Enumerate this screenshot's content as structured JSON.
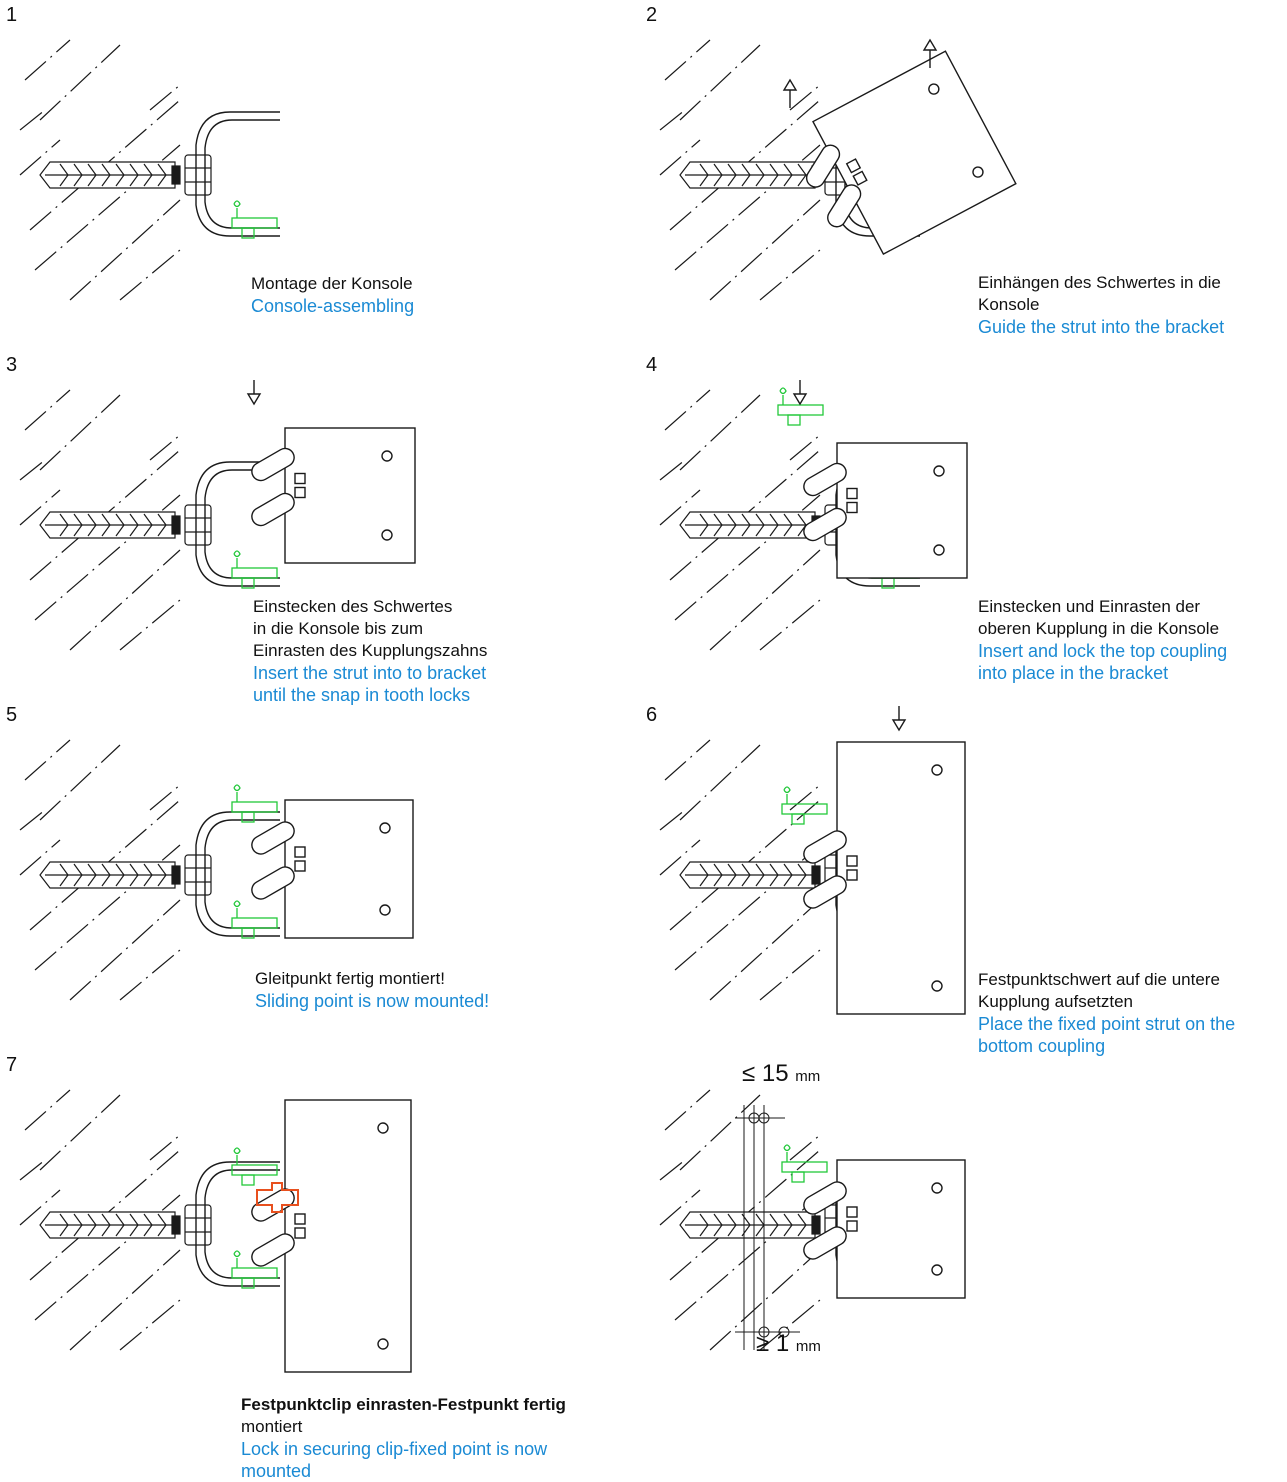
{
  "colors": {
    "line": "#1a1a1a",
    "green": "#22c83a",
    "orange": "#e8501e",
    "blue": "#1a8ad4"
  },
  "steps": [
    {
      "num": "1",
      "de": "Montage der Konsole",
      "en": "Console-assembling"
    },
    {
      "num": "2",
      "de": "Einhängen des Schwertes in die\nKonsole",
      "en": "Guide the strut into the bracket"
    },
    {
      "num": "3",
      "de": "Einstecken des Schwertes\nin die Konsole bis zum\nEinrasten des Kupplungszahns",
      "en": "Insert the strut into to bracket\nuntil the snap in tooth locks"
    },
    {
      "num": "4",
      "de": "Einstecken und Einrasten der\noberen Kupplung in die Konsole",
      "en": "Insert and lock the top coupling\ninto place in the bracket"
    },
    {
      "num": "5",
      "de": "Gleitpunkt fertig montiert!",
      "en": "Sliding point is now mounted!"
    },
    {
      "num": "6",
      "de": "Festpunktschwert auf die untere\nKupplung aufsetzten",
      "en": "Place the fixed point strut on the\nbottom coupling"
    },
    {
      "num": "7",
      "de": "Festpunktclip einrasten-Festpunkt fertig",
      "de2": "montiert",
      "en": "Lock in securing clip-fixed point is now\nmounted"
    }
  ],
  "dimensions": {
    "top_symbol": "≤",
    "top_value": "15",
    "top_unit": "mm",
    "bottom_symbol": "≥",
    "bottom_value": "1",
    "bottom_unit": "mm"
  }
}
